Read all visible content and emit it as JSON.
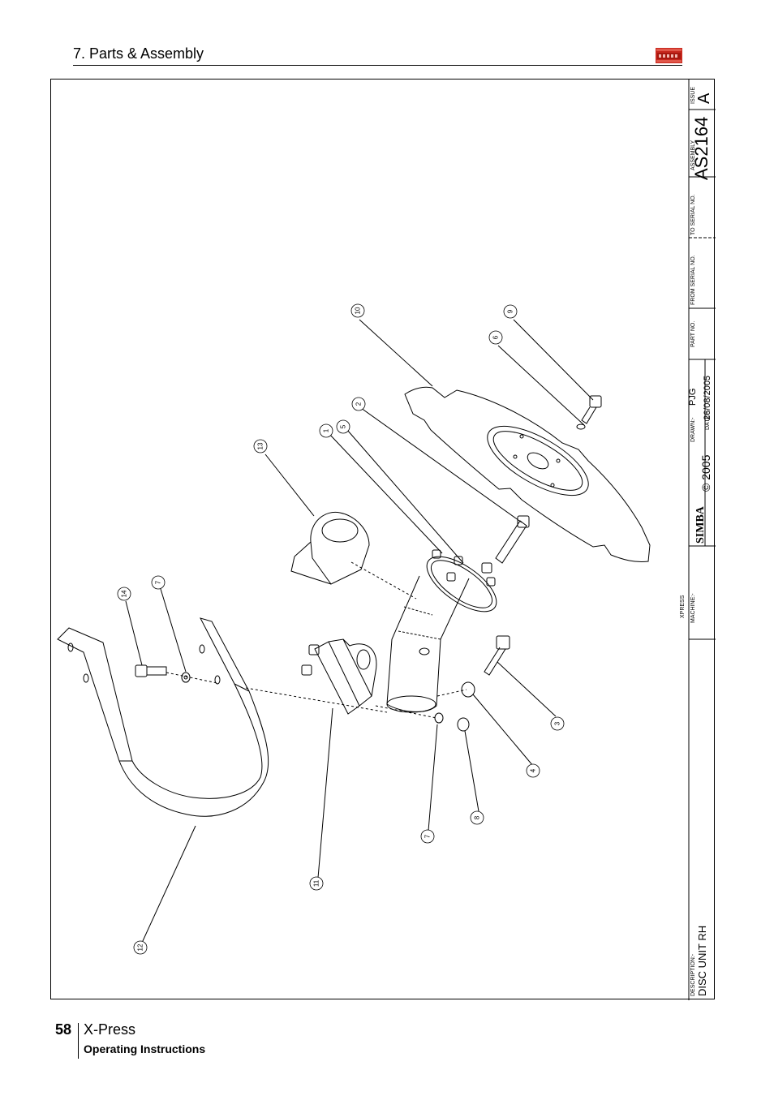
{
  "header": {
    "section_title": "7. Parts & Assembly",
    "logo_text": "SIMBA"
  },
  "title_block": {
    "issue_label": "ISSUE",
    "issue_value": "A",
    "assembly_label": "ASSEMBLY",
    "assembly_value": "AS2164",
    "to_serial_label": "TO SERIAL NO.",
    "from_serial_label": "FROM SERIAL NO.",
    "part_no_label": "PART NO.",
    "drawn_label": "DRAWN:-",
    "drawn_value": "PJG",
    "date_label": "DATE:-",
    "date_value": "26/08/2005",
    "copyright": "© 2005",
    "brand": "SIMBA",
    "machine_label": "MACHINE:-",
    "machine_value": "XPRESS",
    "description_label": "DESCRIPTION:-",
    "description_value": "DISC UNIT RH"
  },
  "callouts": [
    "1",
    "2",
    "3",
    "4",
    "5",
    "6",
    "7",
    "7",
    "8",
    "9",
    "10",
    "11",
    "12",
    "13",
    "14"
  ],
  "footer": {
    "page_number": "58",
    "product": "X-Press",
    "subtitle": "Operating Instructions"
  }
}
